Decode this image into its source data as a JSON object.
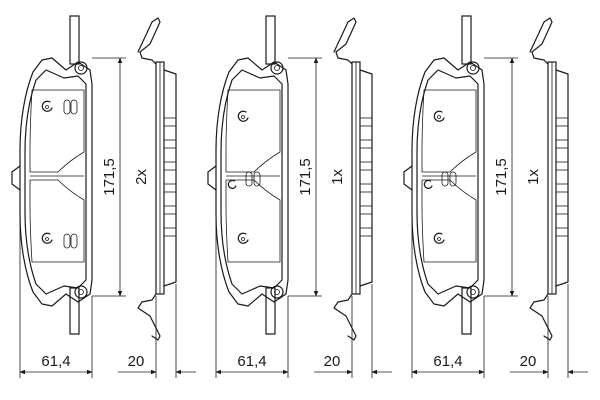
{
  "figure": {
    "units": [
      {
        "height_label": "171,5",
        "qty_label": "2x",
        "width_label": "61,4",
        "thickness_label": "20"
      },
      {
        "height_label": "171,5",
        "qty_label": "1x",
        "width_label": "61,4",
        "thickness_label": "20"
      },
      {
        "height_label": "171,5",
        "qty_label": "1x",
        "width_label": "61,4",
        "thickness_label": "20"
      }
    ]
  }
}
